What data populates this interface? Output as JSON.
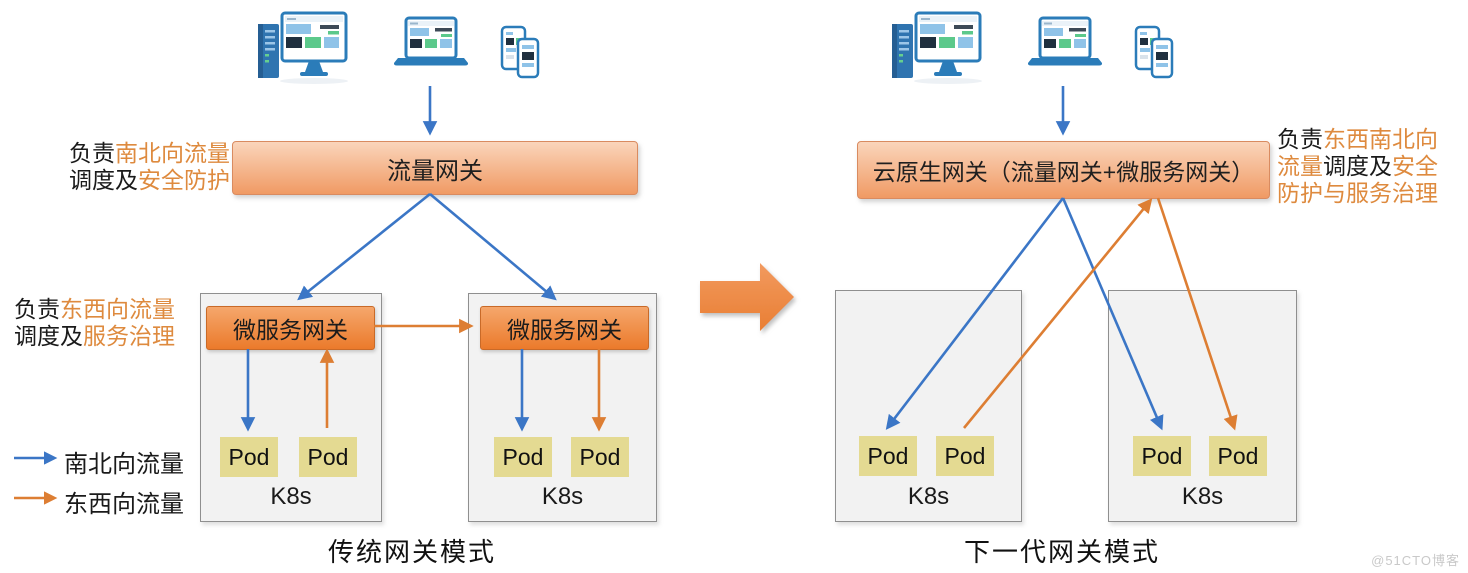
{
  "colors": {
    "arrow_blue": "#3B76C6",
    "arrow_orange": "#DD7E33",
    "note_orange": "#DE8A3E",
    "gateway_gradient_top": "#FAD5BB",
    "gateway_gradient_bottom": "#F09A64",
    "microservice_gateway_top": "#F5A76C",
    "microservice_gateway_bottom": "#EB7A2B",
    "pod_fill": "#E4DA92",
    "k8s_fill": "#F2F2F2",
    "big_arrow_fill": "#ED8A4A"
  },
  "left_panel": {
    "caption": "传统网关模式",
    "gateway_label": "流量网关",
    "note_north_south": {
      "l1_dark": "负责",
      "l1_orange": "南北向流量",
      "l2_dark": "调度及",
      "l2_orange": "安全防护"
    },
    "note_east_west": {
      "l1_dark": "负责",
      "l1_orange": "东西向流量",
      "l2_dark": "调度及",
      "l2_orange": "服务治理"
    },
    "clusters": [
      {
        "label": "K8s",
        "gateway": "微服务网关",
        "pods": [
          "Pod",
          "Pod"
        ]
      },
      {
        "label": "K8s",
        "gateway": "微服务网关",
        "pods": [
          "Pod",
          "Pod"
        ]
      }
    ]
  },
  "right_panel": {
    "caption": "下一代网关模式",
    "gateway_label": "云原生网关（流量网关+微服务网关）",
    "note": {
      "l1_dark": "负责",
      "l1_orange": "东西南北向",
      "l2_orange1": "流量",
      "l2_dark": "调度及",
      "l2_orange2": "安全",
      "l3_orange": "防护与服务治理"
    },
    "clusters": [
      {
        "label": "K8s",
        "pods": [
          "Pod",
          "Pod"
        ]
      },
      {
        "label": "K8s",
        "pods": [
          "Pod",
          "Pod"
        ]
      }
    ]
  },
  "legend": {
    "north_south": "南北向流量",
    "east_west": "东西向流量"
  },
  "watermark": "@51CTO博客",
  "icons": {
    "devices": [
      "server-icon",
      "desktop-icon",
      "laptop-icon",
      "phones-icon"
    ],
    "transition": "big-right-arrow"
  }
}
